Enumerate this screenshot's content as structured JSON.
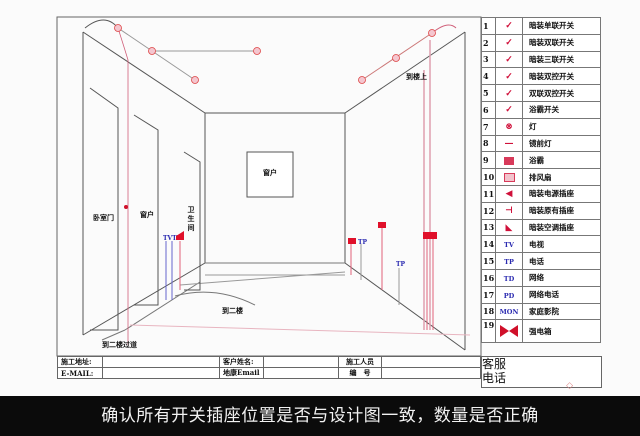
{
  "drawing": {
    "labels": {
      "bedroom_door": "卧室门",
      "window_left": "窗户",
      "bathroom": "卫生间",
      "window_center": "窗户",
      "to_upstairs": "到楼上",
      "to_second_floor": "到二楼",
      "second_floor_passage": "到二楼过道"
    }
  },
  "legend": {
    "items": [
      {
        "num": "1",
        "icon": "single-switch-icon",
        "glyph": "✓",
        "label": "暗装单联开关"
      },
      {
        "num": "2",
        "icon": "double-switch-icon",
        "glyph": "✓",
        "label": "暗装双联开关"
      },
      {
        "num": "3",
        "icon": "triple-switch-icon",
        "glyph": "✓",
        "label": "暗装三联开关"
      },
      {
        "num": "4",
        "icon": "dual-control-switch-icon",
        "glyph": "✓",
        "label": "暗装双控开关"
      },
      {
        "num": "5",
        "icon": "double-dual-control-switch-icon",
        "glyph": "✓",
        "label": "双联双控开关"
      },
      {
        "num": "6",
        "icon": "bath-heater-switch-icon",
        "glyph": "✓",
        "label": "浴霸开关"
      },
      {
        "num": "7",
        "icon": "light-icon",
        "glyph": "⊗",
        "label": "灯"
      },
      {
        "num": "8",
        "icon": "mirror-light-icon",
        "glyph": "—",
        "label": "镜前灯"
      },
      {
        "num": "9",
        "icon": "bath-heater-icon",
        "glyph": "",
        "label": "浴霸"
      },
      {
        "num": "10",
        "icon": "exhaust-fan-icon",
        "glyph": "",
        "label": "排风扇"
      },
      {
        "num": "11",
        "icon": "power-socket-icon",
        "glyph": "◀",
        "label": "暗装电源插座"
      },
      {
        "num": "12",
        "icon": "existing-socket-icon",
        "glyph": "⊣",
        "label": "暗装原有插座"
      },
      {
        "num": "13",
        "icon": "ac-socket-icon",
        "glyph": "◣",
        "label": "暗装空调插座"
      },
      {
        "num": "14",
        "icon": "tv-outlet-icon",
        "glyph": "TV",
        "label": "电视"
      },
      {
        "num": "15",
        "icon": "phone-outlet-icon",
        "glyph": "TP",
        "label": "电话"
      },
      {
        "num": "16",
        "icon": "network-outlet-icon",
        "glyph": "TD",
        "label": "网络"
      },
      {
        "num": "17",
        "icon": "network-phone-outlet-icon",
        "glyph": "PD",
        "label": "网络电话"
      },
      {
        "num": "18",
        "icon": "home-theater-icon",
        "glyph": "MON",
        "label": "家庭影院"
      },
      {
        "num": "19",
        "icon": "distribution-box-icon",
        "glyph": "",
        "label": "强电箱"
      }
    ]
  },
  "title_block": {
    "site_address_label": "施工地址:",
    "site_address_value": "",
    "customer_name_label": "客户姓名:",
    "customer_name_value": "",
    "crew_label": "施工人员",
    "crew_value": "",
    "email_label": "E-MAIL:",
    "email_value": "",
    "qiqi_email_label": "地康Email",
    "qiqi_email_value": "",
    "number_label": "编　号",
    "number_value": "",
    "service_line1": "客服",
    "service_line2": "电话"
  },
  "caption": "确认所有开关插座位置是否与设计图一致，数量是否正确",
  "colors": {
    "wire_red": "#d83a5a",
    "fixture_red": "#e0102a",
    "outlet_blue": "#2a2ab0",
    "wall_line": "#555555",
    "caption_bg": "#0b0b0b"
  }
}
